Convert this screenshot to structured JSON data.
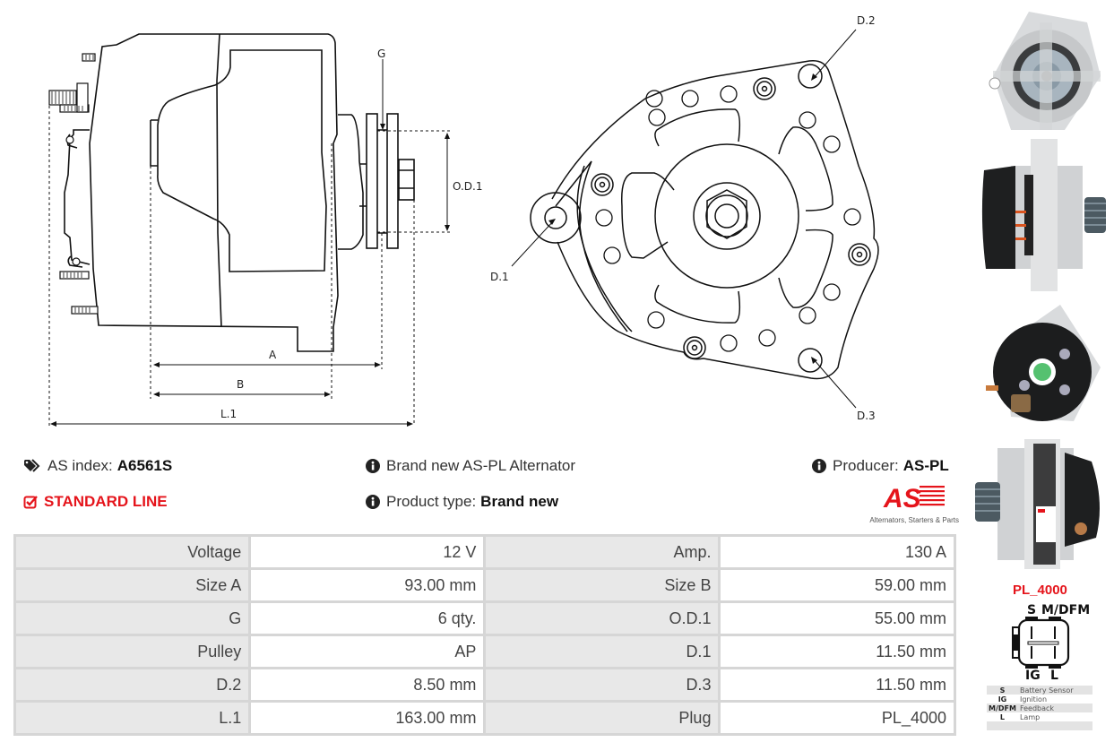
{
  "drawing_side": {
    "labels": {
      "g": "G",
      "od1": "O.D.1",
      "a": "A",
      "b": "B",
      "l1": "L.1"
    }
  },
  "drawing_front": {
    "labels": {
      "d1": "D.1",
      "d2": "D.2",
      "d3": "D.3"
    }
  },
  "product": {
    "as_index_label": "AS index:",
    "as_index_value": "A6561S",
    "line_label": "STANDARD LINE",
    "description": "Brand new AS-PL Alternator",
    "product_type_label": "Product type:",
    "product_type_value": "Brand new",
    "producer_label": "Producer:",
    "producer_value": "AS-PL",
    "logo_text": "AS",
    "logo_tagline": "Alternators, Starters & Parts"
  },
  "icons": {
    "tag": "tags-icon",
    "check": "checkbox-checked-icon",
    "info": "info-circle-icon"
  },
  "colors": {
    "accent": "#e5141b",
    "label_bg": "#e8e8e8",
    "border": "#d6d6d6"
  },
  "specs": [
    {
      "label": "Voltage",
      "value": "12 V",
      "label2": "Amp.",
      "value2": "130 A"
    },
    {
      "label": "Size A",
      "value": "93.00 mm",
      "label2": "Size B",
      "value2": "59.00 mm"
    },
    {
      "label": "G",
      "value": "6 qty.",
      "label2": "O.D.1",
      "value2": "55.00 mm"
    },
    {
      "label": "Pulley",
      "value": "AP",
      "label2": "D.1",
      "value2": "11.50 mm"
    },
    {
      "label": "D.2",
      "value": "8.50 mm",
      "label2": "D.3",
      "value2": "11.50 mm"
    },
    {
      "label": "L.1",
      "value": "163.00 mm",
      "label2": "Plug",
      "value2": "PL_4000"
    }
  ],
  "plug": {
    "title": "PL_4000",
    "pins_top": [
      "S",
      "M/DFM"
    ],
    "pins_bottom": [
      "IG",
      "L"
    ],
    "legend": [
      {
        "key": "S",
        "desc": "Battery Sensor"
      },
      {
        "key": "IG",
        "desc": "Ignition"
      },
      {
        "key": "M/DFM",
        "desc": "Feedback"
      },
      {
        "key": "L",
        "desc": "Lamp"
      },
      {
        "key": "",
        "desc": ""
      }
    ]
  },
  "photos": [
    "front-view-photo",
    "side-view-photo",
    "rear-view-photo",
    "side-view-reverse-photo"
  ]
}
